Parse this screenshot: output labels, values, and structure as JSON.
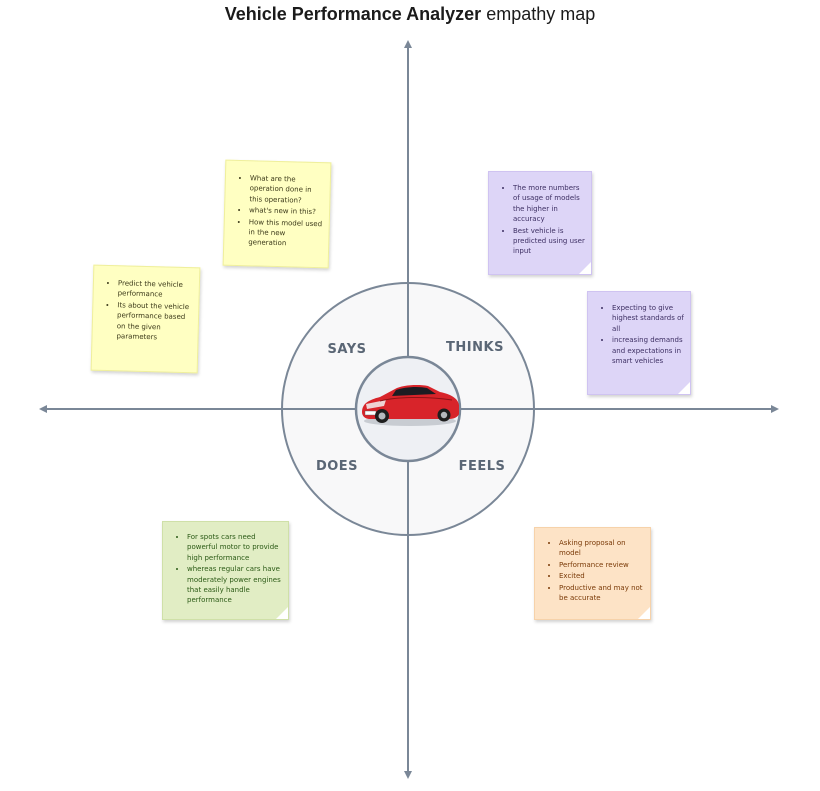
{
  "title": {
    "main": "Vehicle Performance Analyzer",
    "suffix": "empathy map"
  },
  "quadrants": {
    "says": "SAYS",
    "thinks": "THINKS",
    "does": "DOES",
    "feels": "FEELS"
  },
  "center_image": "red sports car",
  "notes": {
    "says_1": [
      "What are the operation done in this operation?",
      "what's new in this?",
      "How this model used in the new generation"
    ],
    "says_2": [
      "Predict the vehicle performance",
      "Its about the vehicle performance based on the given parameters"
    ],
    "thinks_1": [
      "The more numbers of usage of models the higher in accuracy",
      "Best vehicle is predicted using user input"
    ],
    "thinks_2": [
      "Expecting to give highest standards of all",
      "increasing demands and expectations in smart vehicles"
    ],
    "does_1": [
      "For spots cars need powerful motor to provide high performance",
      "whereas regular cars have moderately power engines that easily handle performance"
    ],
    "feels_1": [
      "Asking proposal on model",
      "Performance review",
      "Excited",
      "Productive and may not be accurate"
    ]
  },
  "colors": {
    "yellow": "#ffffc2",
    "purple": "#ddd5f7",
    "green": "#e1edc4",
    "orange": "#fde3c6",
    "axis": "#7a8797"
  }
}
